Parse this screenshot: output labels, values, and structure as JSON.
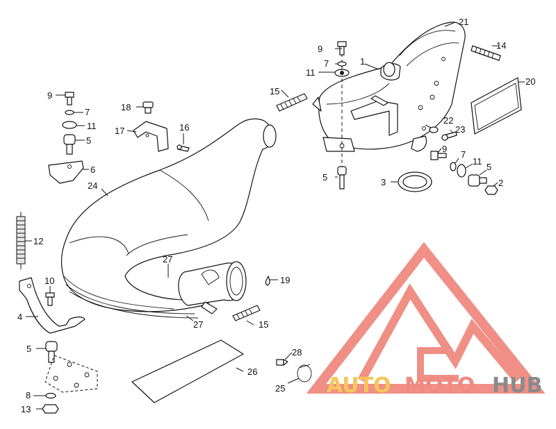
{
  "callouts": {
    "c1": "1",
    "c2": "2",
    "c3": "3",
    "c4": "4",
    "c5a": "5",
    "c5b": "5",
    "c5c": "5",
    "c5d": "5",
    "c6": "6",
    "c7a": "7",
    "c7b": "7",
    "c7c": "7",
    "c8": "8",
    "c9a": "9",
    "c9b": "9",
    "c9c": "9",
    "c10": "10",
    "c11a": "11",
    "c11b": "11",
    "c11c": "11",
    "c12": "12",
    "c13": "13",
    "c14": "14",
    "c15a": "15",
    "c15b": "15",
    "c16": "16",
    "c17": "17",
    "c18": "18",
    "c19": "19",
    "c20": "20",
    "c21": "21",
    "c22": "22",
    "c23": "23",
    "c24": "24",
    "c25": "25",
    "c26": "26",
    "c27a": "27",
    "c27b": "27",
    "c28": "28"
  },
  "watermark": {
    "brand_part1": "AUTO",
    "brand_part2": "MOTO",
    "brand_part3": "HUB",
    "color_yellow": "#f5c65a",
    "color_red": "#ef8a80",
    "color_gray": "#8a8a8a"
  }
}
